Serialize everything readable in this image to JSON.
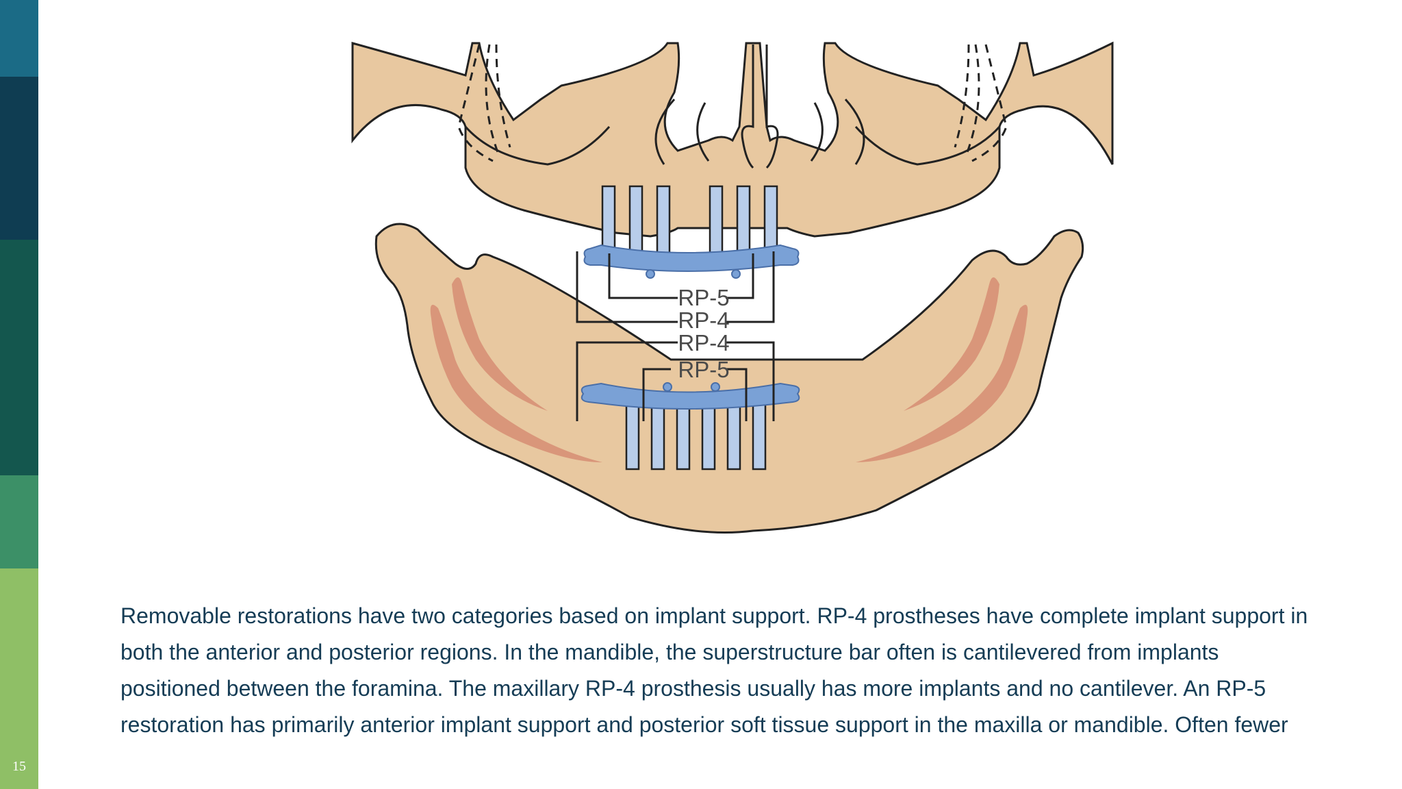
{
  "sidebar": {
    "colors": [
      "#1b6b86",
      "#0f3d52",
      "#14574e",
      "#3c9067",
      "#8fbf66"
    ],
    "slide_number": "15"
  },
  "figure": {
    "labels": [
      "RP-5",
      "RP-4",
      "RP-4",
      "RP-5"
    ],
    "colors": {
      "bone": "#e8c8a0",
      "canal": "#d9967a",
      "implant": "#b8cdea",
      "bar": "#7aa1d6",
      "outline": "#222222"
    }
  },
  "body": {
    "paragraphs": [
      "Removable restorations have two categories based on implant support. RP-4 prostheses have complete implant support in",
      "both the anterior and posterior regions. In the mandible, the superstructure bar often is cantilevered from implants",
      "positioned between the foramina. The maxillary RP-4 prosthesis usually has more implants and no cantilever. An RP-5",
      "restoration has primarily anterior implant support and posterior soft tissue support in the maxilla or mandible. Often fewer"
    ]
  }
}
